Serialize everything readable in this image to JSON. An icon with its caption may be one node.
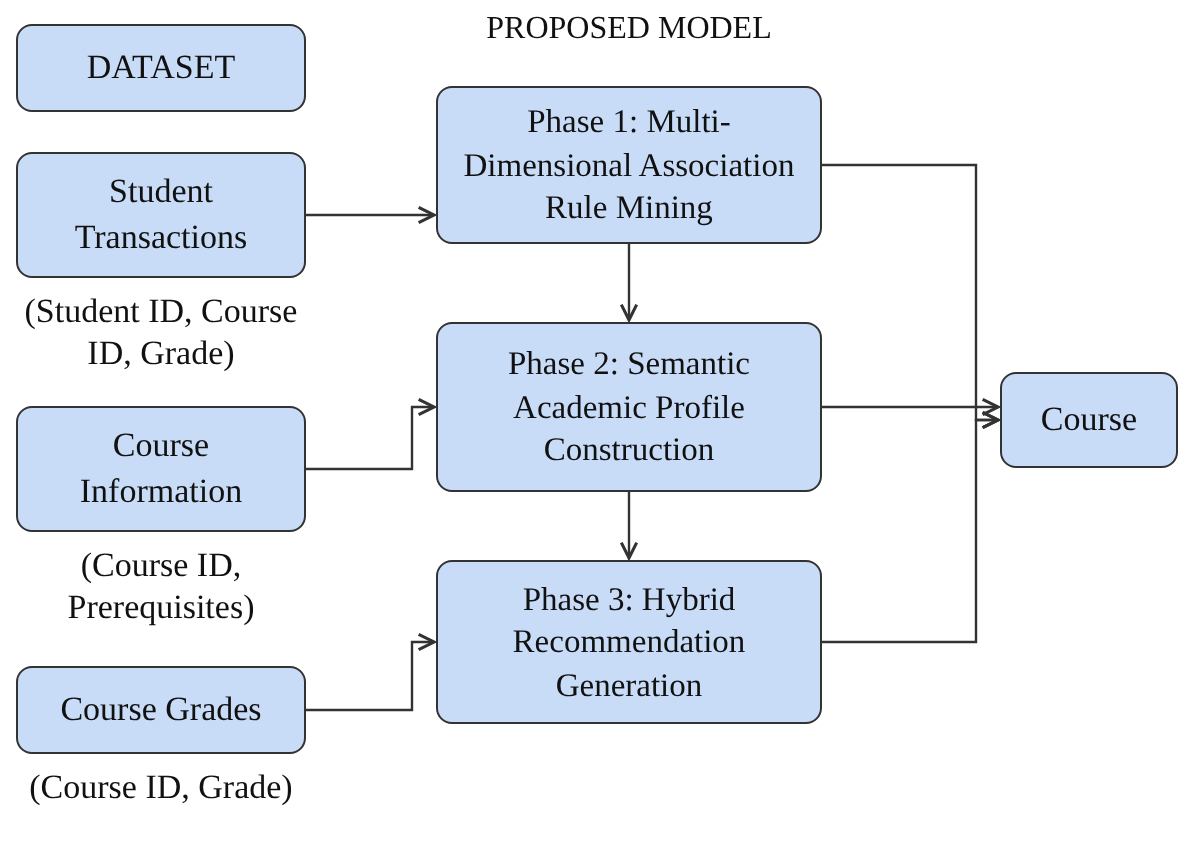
{
  "diagram": {
    "nodes": [
      {
        "text": [
          "DATASET"
        ]
      },
      {
        "text": [
          "Student Transactions"
        ],
        "beside": [
          "(Student ID, Course ID, Grade)"
        ]
      },
      {
        "text": [
          "Course Information"
        ],
        "beside": [
          "(Course ID, Prerequisites)"
        ]
      },
      {
        "text": [
          "Course Grades"
        ],
        "beside": [
          "(Course ID, Grade)"
        ]
      },
      {
        "text": [
          "Phase 1: Multi-Dimensional Association Rule Mining"
        ]
      },
      {
        "text": [
          "Phase 2: Semantic Academic Profile Construction"
        ]
      },
      {
        "text": [
          "Phase 3: Hybrid Recommendation Generation"
        ]
      },
      {
        "text": [
          "Course"
        ]
      }
    ],
    "edges": [
      {
        "from": 1,
        "to": 4,
        "arrow": "to"
      },
      {
        "from": 2,
        "to": 5,
        "arrow": "to"
      },
      {
        "from": 3,
        "to": 6,
        "arrow": "to"
      },
      {
        "from": 4,
        "to": 5,
        "arrow": "to"
      },
      {
        "from": 5,
        "to": 6,
        "arrow": "to"
      },
      {
        "from": 4,
        "to": 7,
        "arrow": "to"
      },
      {
        "from": 5,
        "to": 7,
        "arrow": "to"
      },
      {
        "from": 6,
        "to": 7,
        "arrow": "to"
      }
    ],
    "labels": [
      "PROPOSED MODEL"
    ]
  }
}
